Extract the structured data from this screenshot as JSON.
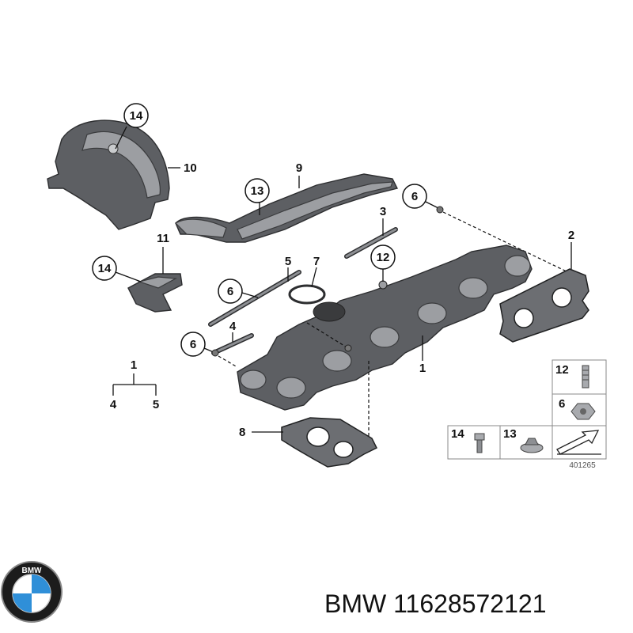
{
  "callouts": {
    "c14a": "14",
    "c10": "10",
    "c9": "9",
    "c13": "13",
    "c6a": "6",
    "c3": "3",
    "c2": "2",
    "c11": "11",
    "c14b": "14",
    "c5a": "5",
    "c7": "7",
    "c12": "12",
    "c6b": "6",
    "c6c": "6",
    "c4a": "4",
    "c1a": "1",
    "c1tree": "1",
    "c4tree": "4",
    "c5tree": "5",
    "c8": "8"
  },
  "legend": {
    "l12": "12",
    "l6": "6",
    "l14": "14",
    "l13": "13",
    "ref": "401265"
  },
  "brand": {
    "logo_letters": "BMW",
    "part_label": "BMW 11628572121"
  },
  "colors": {
    "part": "#5d5f63",
    "logo_blue": "#2f8fd8",
    "logo_ring": "#1c1c1c"
  }
}
